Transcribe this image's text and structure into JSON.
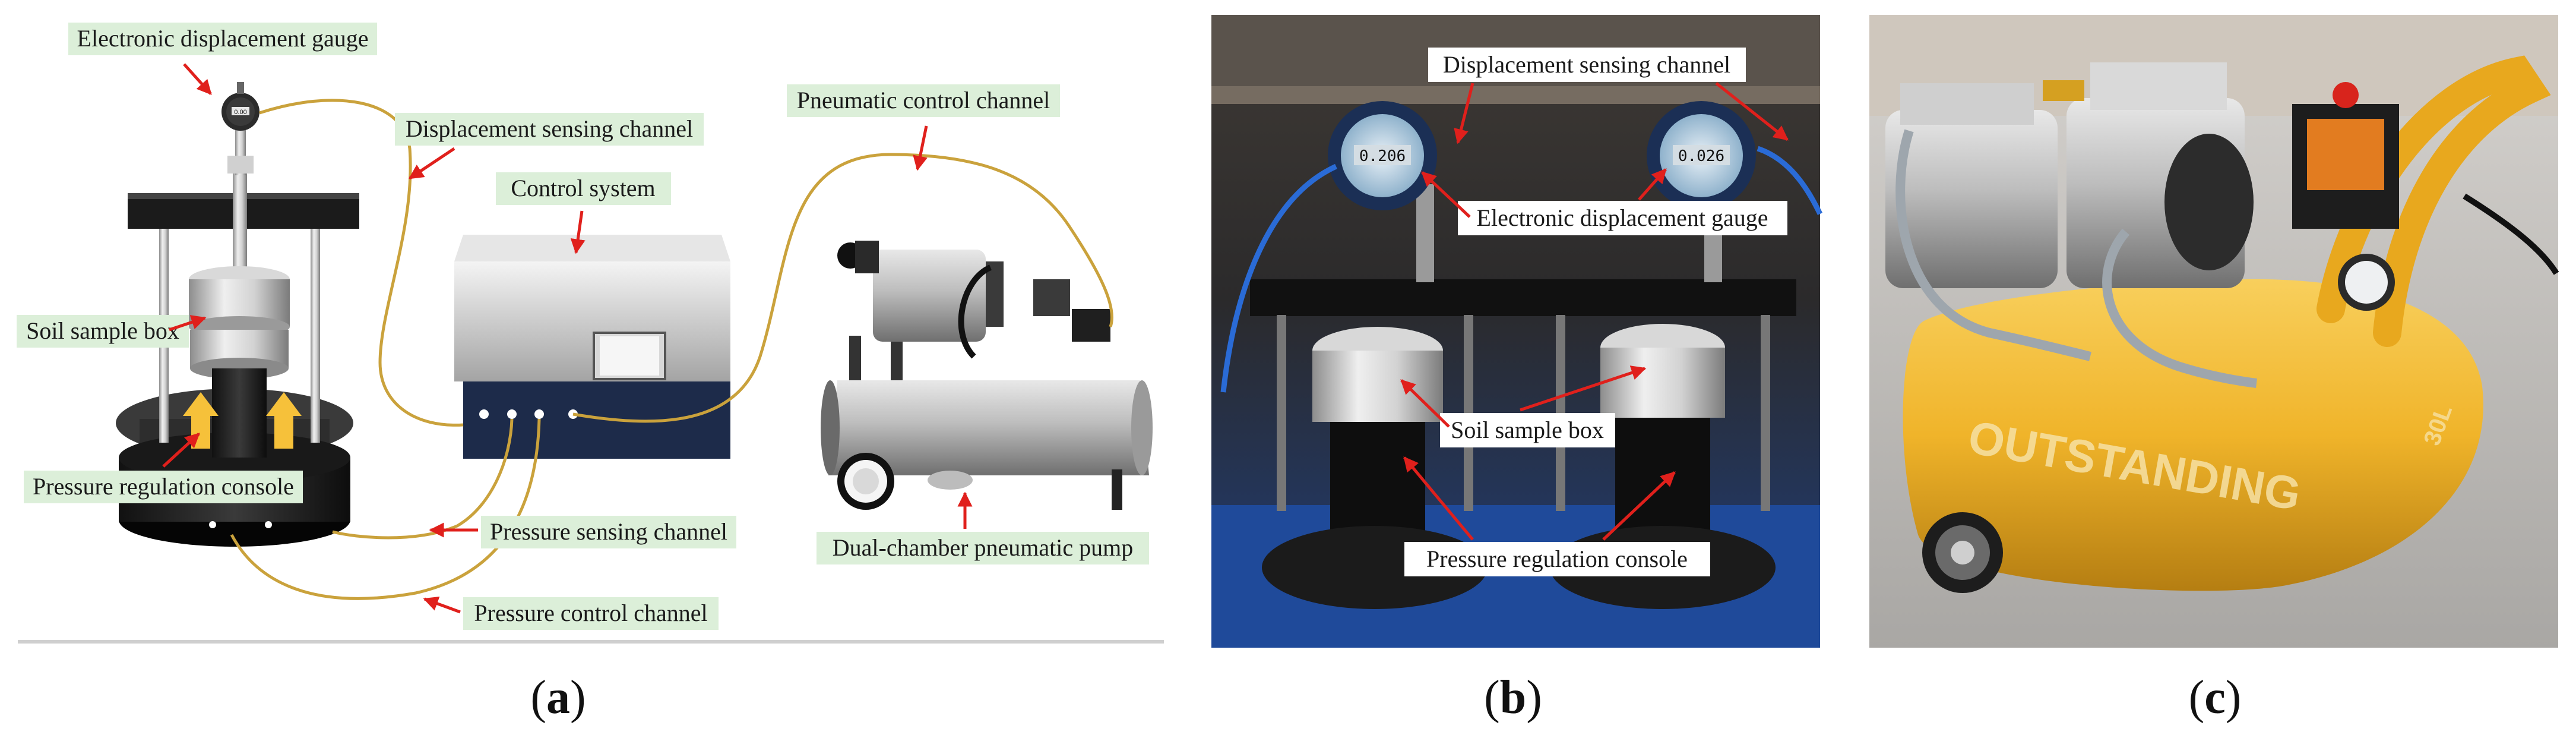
{
  "panel_a": {
    "labels": {
      "gauge": "Electronic displacement gauge",
      "disp_channel": "Displacement sensing channel",
      "pneu_channel": "Pneumatic control channel",
      "control_system": "Control system",
      "soil_box": "Soil sample box",
      "pressure_console": "Pressure regulation console",
      "pressure_sensing": "Pressure sensing channel",
      "pressure_control": "Pressure control channel",
      "pump": "Dual-chamber pneumatic pump"
    },
    "gauge_readout": "0.00",
    "caption_letter": "a"
  },
  "panel_b": {
    "labels": {
      "disp_channel": "Displacement sensing channel",
      "gauge": "Electronic displacement gauge",
      "soil_box": "Soil sample box",
      "pressure_console": "Pressure regulation console"
    },
    "gauge_left_readout": "0.206",
    "gauge_right_readout": "0.026",
    "caption_letter": "b"
  },
  "panel_c": {
    "brand_text": "OUTSTANDING",
    "side_text": "30L",
    "caption_letter": "c"
  },
  "caption_paren_open": "(",
  "caption_paren_close": ")",
  "colors": {
    "label_bg": "#dcefd9",
    "arrow": "#e0201c",
    "pipe": "#caa23c",
    "compressor_yellow": "#f0b42a",
    "console_dark": "#1d2b4a"
  }
}
